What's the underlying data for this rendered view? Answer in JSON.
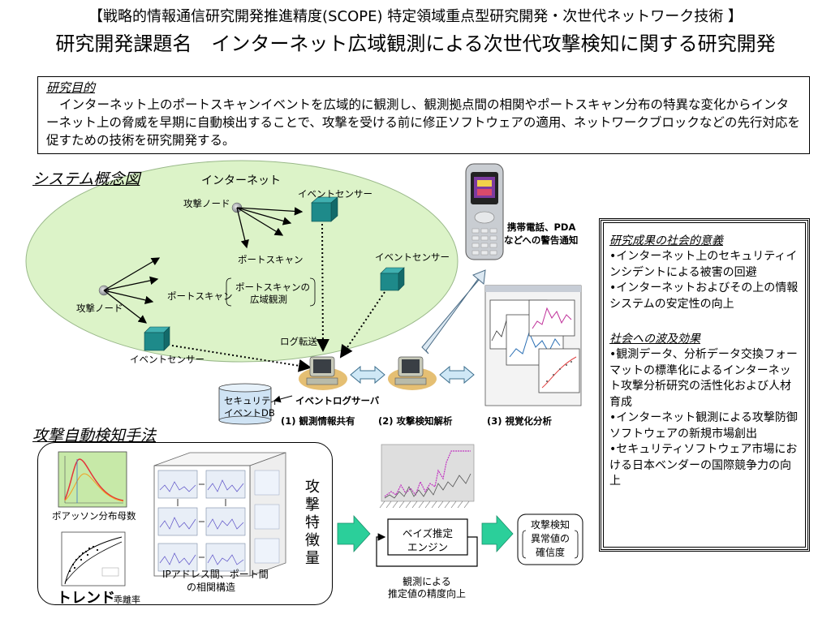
{
  "header": {
    "program_line": "【戦略的情報通信研究開発推進精度(SCOPE) 特定領域重点型研究開発・次世代ネットワーク技術 】",
    "title": "研究開発課題名　インターネット広域観測による次世代攻撃検知に関する研究開発"
  },
  "purpose": {
    "label": "研究目的",
    "text": "インターネット上のポートスキャンイベントを広域的に観測し、観測拠点間の相関やポートスキャン分布の特異な変化からインターネット上の脅威を早期に自動検出することで、攻撃を受ける前に修正ソフトウェアの適用、ネットワークブロックなどの先行対応を促すための技術を研究開発する。"
  },
  "system": {
    "section_title": "システム概念図",
    "internet_label": "インターネット",
    "attack_node_top": "攻撃ノード",
    "attack_node_left": "攻撃ノード",
    "portscan_1": "ポートスキャン",
    "portscan_2": "ポートスキャン",
    "portscan_obs_line1": "ポートスキャンの",
    "portscan_obs_line2": "広域観測",
    "sensor_top": "イベントセンサー",
    "sensor_right": "イベントセンサー",
    "sensor_bottom": "イベントセンサー",
    "log_transfer": "ログ転送",
    "security_db_line1": "セキュリティ",
    "security_db_line2": "イベントDB",
    "event_log_server": "イベントログサーバ",
    "phone_line1": "携帯電話、PDA",
    "phone_line2": "などへの警告通知",
    "step1": "(1) 観測情報共有",
    "step2": "(2) 攻撃検知解析",
    "step3": "(3) 視覚化分析",
    "colors": {
      "cloud": "#d9f2c4",
      "sensor": "#1f8a8a",
      "node": "#9aa0a6",
      "arrow_fill": "#2bcf9a"
    }
  },
  "significance": {
    "heading1": "研究成果の社会的意義",
    "items1": [
      "•インターネット上のセキュリティインシデントによる被害の回避",
      "•インターネットおよびその上の情報システムの安定性の向上"
    ],
    "heading2": "社会への波及効果",
    "items2": [
      "•観測データ、分析データ交換フォーマットの標準化によるインターネット攻撃分析研究の活性化および人材育成",
      "•インターネット観測による攻撃防御ソフトウェアの新規市場創出",
      "•セキュリティソフトウェア市場における日本ベンダーの国際競争力の向上"
    ]
  },
  "method": {
    "section_title": "攻撃自動検知手法",
    "poisson": "ポアッソン分布母数",
    "trend": "トレンド",
    "deviation": "乖離率",
    "ip_corr_line1": "IPアドレス間、ポート間",
    "ip_corr_line2": "の相関構造",
    "features": [
      "攻",
      "撃",
      "特",
      "徴",
      "量"
    ],
    "bayes_line1": "ベイズ推定",
    "bayes_line2": "エンジン",
    "accuracy_line1": "観測による",
    "accuracy_line2": "推定値の精度向上",
    "detect_line1": "攻撃検知",
    "detect_line2": "異常値の",
    "detect_line3": "確信度"
  }
}
